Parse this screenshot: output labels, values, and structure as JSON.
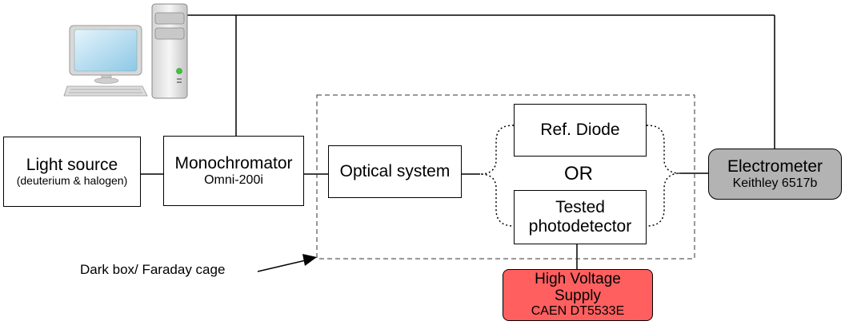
{
  "light_source": {
    "title": "Light source",
    "subtitle": "(deuterium & halogen)"
  },
  "monochromator": {
    "title": "Monochromator",
    "model": "Omni-200i"
  },
  "optical_system": {
    "title": "Optical system"
  },
  "ref_diode": {
    "title": "Ref. Diode"
  },
  "or_label": "OR",
  "tested_detector": {
    "line1": "Tested",
    "line2": "photodetector"
  },
  "electrometer": {
    "title": "Electrometer",
    "model": "Keithley 6517b"
  },
  "hv_supply": {
    "line1": "High Voltage",
    "line2": "Supply",
    "model": "CAEN DT5533E"
  },
  "dark_box_label": "Dark box/ Faraday cage",
  "colors": {
    "electrometer_fill": "#b3b3b3",
    "hv_fill": "#ff5f5f"
  },
  "icons": {
    "computer": "desktop-computer-icon"
  }
}
